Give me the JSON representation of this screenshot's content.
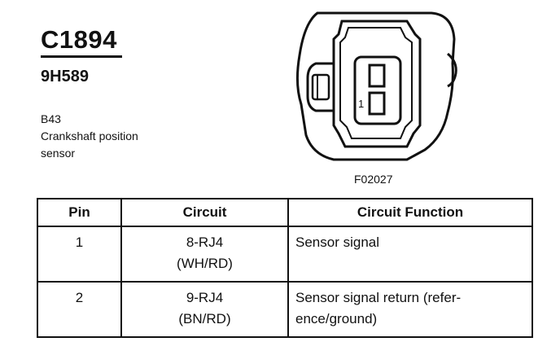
{
  "connector": {
    "id": "C1894",
    "part_number": "9H589",
    "location_code": "B43",
    "description_lines": [
      "Crankshaft position",
      "sensor"
    ],
    "figure_code": "F02027",
    "pin_marker": "1"
  },
  "table": {
    "headers": {
      "pin": "Pin",
      "circuit": "Circuit",
      "function": "Circuit Function"
    },
    "rows": [
      {
        "pin": "1",
        "circuit": "8-RJ4",
        "color": "(WH/RD)",
        "function_lines": [
          "Sensor signal"
        ]
      },
      {
        "pin": "2",
        "circuit": "9-RJ4",
        "color": "(BN/RD)",
        "function_lines": [
          "Sensor signal return (refer-",
          "ence/ground)"
        ]
      }
    ]
  }
}
